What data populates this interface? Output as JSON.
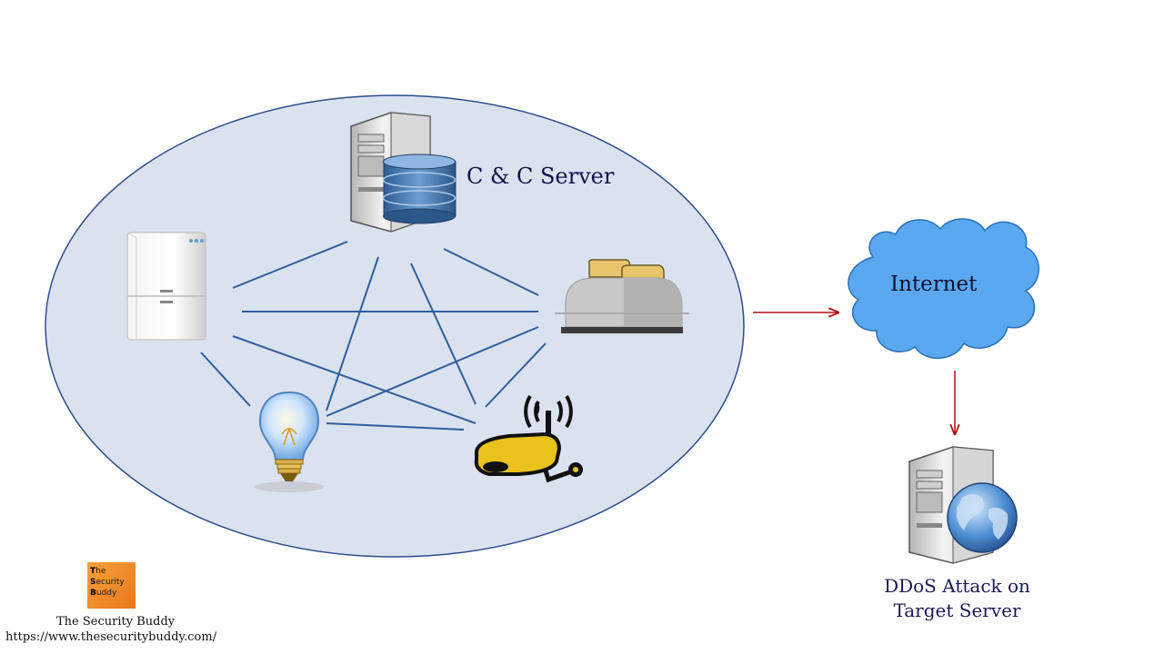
{
  "labels": {
    "cc_server": "C & C Server",
    "internet": "Internet",
    "target_line1": "DDoS Attack on",
    "target_line2": "Target Server"
  },
  "branding": {
    "logo_line1_initial": "T",
    "logo_line1_rest": "he",
    "logo_line2_initial": "S",
    "logo_line2_rest": "ecurity",
    "logo_line3_initial": "B",
    "logo_line3_rest": "uddy",
    "name": "The Security Buddy",
    "url": "https://www.thesecuritybuddy.com/"
  },
  "colors": {
    "botnet_fill": "#dbe2ef",
    "botnet_stroke": "#2b4d8c",
    "link_line": "#2e5e9e",
    "arrow": "#b01010",
    "cloud_fill": "#5aa9f0",
    "cloud_stroke": "#2c6fb8",
    "logo": "#f08a2a"
  },
  "nodes": [
    "cc-server-icon",
    "refrigerator-icon",
    "toaster-icon",
    "light-bulb-icon",
    "wifi-router-icon",
    "cloud-icon",
    "web-server-icon"
  ]
}
